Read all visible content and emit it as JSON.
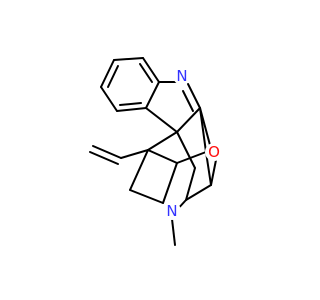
{
  "molecule": {
    "atoms": [
      {
        "id": "N1",
        "symbol": "N",
        "color": "#3333ff"
      },
      {
        "id": "O1",
        "symbol": "O",
        "color": "#ff0d0d"
      },
      {
        "id": "N2",
        "symbol": "N",
        "color": "#3333ff"
      }
    ],
    "bond_color": "#000000",
    "background": "#ffffff"
  }
}
